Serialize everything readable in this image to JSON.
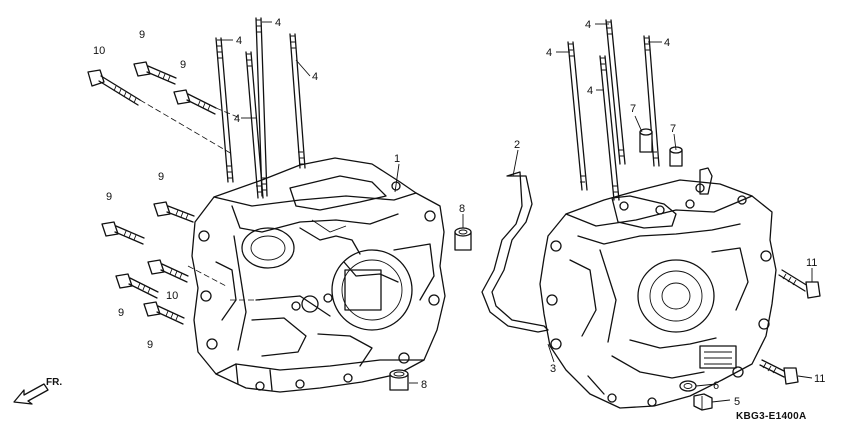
{
  "diagram": {
    "part_code": "KBG3-E1400A",
    "direction_label": "FR.",
    "callouts": [
      {
        "id": "c1",
        "text": "1"
      },
      {
        "id": "c2",
        "text": "2"
      },
      {
        "id": "c3",
        "text": "3"
      },
      {
        "id": "c4a",
        "text": "4"
      },
      {
        "id": "c4b",
        "text": "4"
      },
      {
        "id": "c4c",
        "text": "4"
      },
      {
        "id": "c4d",
        "text": "4"
      },
      {
        "id": "c4e",
        "text": "4"
      },
      {
        "id": "c4f",
        "text": "4"
      },
      {
        "id": "c4g",
        "text": "4"
      },
      {
        "id": "c4h",
        "text": "4"
      },
      {
        "id": "c5",
        "text": "5"
      },
      {
        "id": "c6",
        "text": "6"
      },
      {
        "id": "c7a",
        "text": "7"
      },
      {
        "id": "c7b",
        "text": "7"
      },
      {
        "id": "c8a",
        "text": "8"
      },
      {
        "id": "c8b",
        "text": "8"
      },
      {
        "id": "c9a",
        "text": "9"
      },
      {
        "id": "c9b",
        "text": "9"
      },
      {
        "id": "c9c",
        "text": "9"
      },
      {
        "id": "c9d",
        "text": "9"
      },
      {
        "id": "c9e",
        "text": "9"
      },
      {
        "id": "c9f",
        "text": "9"
      },
      {
        "id": "c10a",
        "text": "10"
      },
      {
        "id": "c10b",
        "text": "10"
      },
      {
        "id": "c11a",
        "text": "11"
      },
      {
        "id": "c11b",
        "text": "11"
      }
    ]
  }
}
